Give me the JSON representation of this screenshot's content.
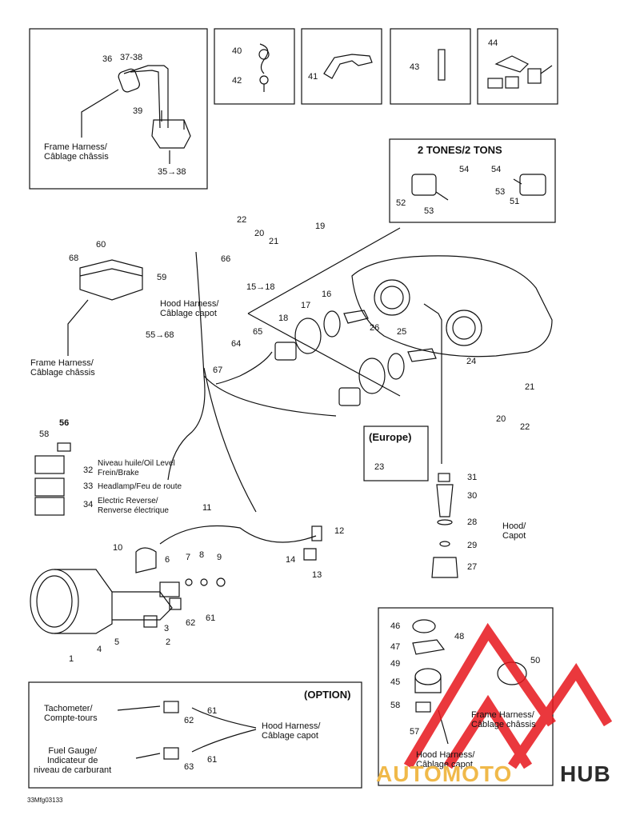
{
  "insets": {
    "relay_box": {
      "ref_a": "36",
      "ref_b": "37-38",
      "ref_c": "39",
      "ref_d": "35→38",
      "harness": "Frame Harness/\nCâblage châssis"
    },
    "clip_box": {
      "ref_a": "40",
      "ref_b": "42"
    },
    "bracket_box": {
      "ref": "41"
    },
    "strip_box": {
      "ref": "43"
    },
    "connector_box": {
      "ref": "44"
    }
  },
  "two_tones": {
    "title": "2 TONES/2 TONS",
    "left": {
      "a": "54",
      "b": "52",
      "c": "53"
    },
    "right": {
      "a": "54",
      "b": "53",
      "c": "51"
    }
  },
  "main": {
    "refs_top": {
      "r22": "22",
      "r20": "20",
      "r21": "21",
      "r19": "19"
    },
    "refs_headlamp": {
      "r15": "15→18",
      "r16": "16",
      "r17": "17",
      "r18": "18",
      "r26": "26",
      "r25": "25",
      "r24": "24",
      "r65": "65",
      "r64": "64",
      "r67": "67",
      "r66": "66"
    },
    "refs_right": {
      "r21": "21",
      "r20": "20",
      "r22": "22"
    },
    "module": {
      "r68": "68",
      "r60": "60",
      "r59": "59",
      "r55": "55→68"
    },
    "hood_harness": "Hood Harness/\nCâblage capot",
    "frame_harness": "Frame Harness/\nCâblage châssis",
    "europe": {
      "title": "(Europe)",
      "ref": "23"
    },
    "switch_panel": {
      "r56": "56",
      "r58": "58",
      "switches": [
        {
          "ref": "32",
          "label": "Niveau huile/Oil Level\nFrein/Brake"
        },
        {
          "ref": "33",
          "label": "Headlamp/Feu de route"
        },
        {
          "ref": "34",
          "label": "Electric Reverse/\nRenverse électrique"
        }
      ]
    },
    "column": {
      "r31": "31",
      "r30": "30",
      "r28": "28",
      "r29": "29",
      "r27": "27",
      "hood": "Hood/\nCapot"
    },
    "gauge": {
      "r1": "1",
      "r2": "2",
      "r3": "3",
      "r4": "4",
      "r5": "5",
      "r6": "6",
      "r7": "7",
      "r8": "8",
      "r9": "9",
      "r10": "10",
      "r11": "11",
      "r12": "12",
      "r13": "13",
      "r14": "14",
      "r61": "61",
      "r62": "62"
    }
  },
  "option_box": {
    "title": "(OPTION)",
    "tachometer": "Tachometer/\nCompte-tours",
    "fuel_gauge": "Fuel Gauge/\nIndicateur de\nniveau de carburant",
    "hood_harness": "Hood Harness/\nCâblage capot",
    "r61a": "61",
    "r62": "62",
    "r61b": "61",
    "r63": "63"
  },
  "gauge_box": {
    "r46": "46",
    "r47": "47",
    "r48": "48",
    "r49": "49",
    "r45": "45",
    "r58": "58",
    "r57": "57",
    "r50": "50",
    "frame_harness": "Frame Harness/\nCâblage châssis",
    "hood_harness": "Hood Harness/\nCâblage capot"
  },
  "footer_code": "33Mfg03133",
  "watermark": {
    "part1": "AUTOMOTO",
    "part2": "HUB",
    "color1": "#f0b94a",
    "color2": "#2b2b2b",
    "logo_color": "#e7161c"
  }
}
